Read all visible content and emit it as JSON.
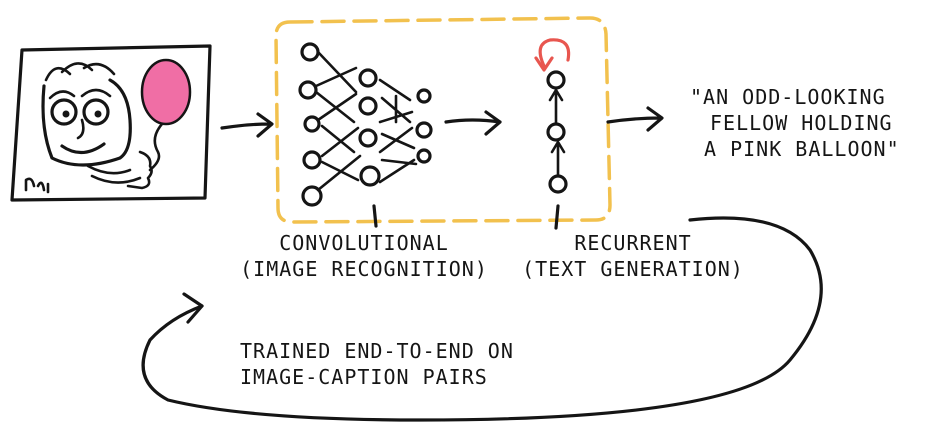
{
  "caption": {
    "line1": "\"AN ODD-LOOKING",
    "line2": "FELLOW HOLDING",
    "line3": "A PINK BALLOON\""
  },
  "cnn": {
    "line1": "CONVOLUTIONAL",
    "line2": "(IMAGE RECOGNITION)"
  },
  "rnn": {
    "line1": "RECURRENT",
    "line2": "(TEXT GENERATION)"
  },
  "training": {
    "line1": "TRAINED END-TO-END ON",
    "line2": "IMAGE-CAPTION PAIRS"
  },
  "colors": {
    "ink": "#151515",
    "dashed_box": "#f2c14e",
    "balloon": "#f06ea5",
    "recurrent_loop": "#e8564f"
  }
}
